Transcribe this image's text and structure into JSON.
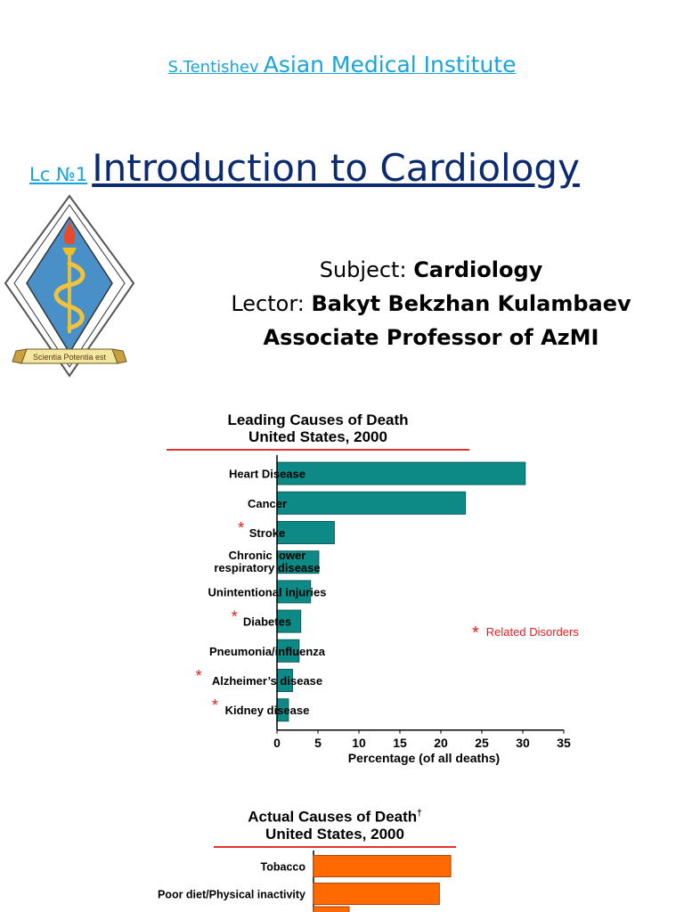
{
  "header": {
    "institute_prefix": "S.Tentishev",
    "institute_name": "Asian Medical Institute",
    "lecture_number": "Lc №1",
    "lecture_title": "Introduction to Cardiology"
  },
  "logo": {
    "motto": "Scientia Potentia est"
  },
  "info": {
    "subject_label": "Subject:",
    "subject_value": "Cardiology",
    "lector_label": "Lector:",
    "lector_value": "Bakyt Bekzhan Kulambaev",
    "position": "Associate Professor of AzMI"
  },
  "colors": {
    "link": "#1aa3dc",
    "title": "#0b2a6f",
    "bar_teal": "#0e8a86",
    "bar_orange": "#ff6a00",
    "accent_red": "#e02020"
  },
  "chart_data": [
    {
      "type": "bar",
      "orientation": "horizontal",
      "title_line1": "Leading Causes of Death",
      "title_line2": "United States, 2000",
      "xlabel": "Percentage (of all deaths)",
      "xlim": [
        0,
        35
      ],
      "xticks": [
        0,
        5,
        10,
        15,
        20,
        25,
        30,
        35
      ],
      "categories": [
        "Heart Disease",
        "Cancer",
        "Stroke",
        "Chronic lower respiratory disease",
        "Unintentional injuries",
        "Diabetes",
        "Pneumonia/influenza",
        "Alzheimer’s disease",
        "Kidney disease"
      ],
      "values": [
        30.3,
        23.0,
        7.0,
        5.1,
        4.1,
        2.9,
        2.7,
        1.9,
        1.4
      ],
      "related": [
        false,
        false,
        true,
        false,
        false,
        true,
        false,
        true,
        true
      ],
      "legend_note": "Related Disorders",
      "legend_marker": "*"
    },
    {
      "type": "bar",
      "orientation": "horizontal",
      "title_line1": "Actual Causes of Death",
      "title_sup": "†",
      "title_line2": "United States, 2000",
      "xlim": [
        0,
        35
      ],
      "categories": [
        "Tobacco",
        "Poor diet/Physical inactivity"
      ],
      "values": [
        18.1,
        16.6
      ]
    }
  ]
}
